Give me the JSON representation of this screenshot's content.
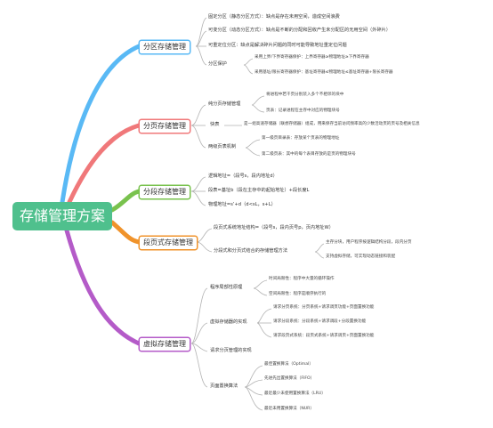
{
  "root": {
    "label": "存储管理方案"
  },
  "colors": {
    "root": "#4fc08d",
    "branch1": "#59b9f5",
    "branch2": "#f0787a",
    "branch3": "#79c24e",
    "branch4": "#f0932b",
    "branch5": "#b45bc8",
    "connector": "#b3b3b3"
  },
  "branches": [
    {
      "label": "分区存储管理",
      "items": [
        {
          "label": "固定分区（静态分区方式）：缺点是存在未用空间，造成空间浪费"
        },
        {
          "label": "可变分区（动态分区方式）：缺点是不断的分配和回收产生未分配区的无用空间（外碎片）"
        },
        {
          "label": "可重定位分区：缺点是解决碎片问题的同时可能导致地址重定位问题"
        },
        {
          "label": "分区保护",
          "children": [
            "采用上界/下界寄存器保护：上界寄存器≥物理地址≥下界寄存器",
            "采用基址/限长寄存器保护：基址寄存器≤物理地址≤基址寄存器+限长寄存器"
          ]
        }
      ]
    },
    {
      "label": "分页存储管理",
      "items": [
        {
          "label": "纯分页存储管理",
          "children": [
            "将进程中若干页分别装入多个不相邻的块中",
            "页表：记录进程在主存中对应的物理块号"
          ]
        },
        {
          "label": "快表",
          "children": [
            "是一组高速存储器（联想存储器）组成，用来保存当前访问频率高的少数活动页的页号及相关信息"
          ]
        },
        {
          "label": "两级页表机制",
          "children": [
            "第一级页目录表：存放某个页表的物理地址",
            "第二级页表：其中的每个表目存放的是页的物理块号"
          ]
        }
      ]
    },
    {
      "label": "分段存储管理",
      "items": [
        {
          "label": "逻辑地址=（段号s，段内地址d）"
        },
        {
          "label": "段表=基址b（段在主存中的起始地址）+段长度L"
        },
        {
          "label": "物理地址=s’+d（d<sL，s+L）"
        }
      ]
    },
    {
      "label": "段页式存储管理",
      "items": [
        {
          "label": "段页式系统地址结构=（段号s，段内页号p，页内地址W）"
        },
        {
          "label": "分段式和分页式结合的存储管理方法",
          "children": [
            "主存分块，用户程序按逻辑结构分段，段内分页",
            "支持虚拟存储，可实现动态链接和装配"
          ]
        }
      ]
    },
    {
      "label": "虚拟存储管理",
      "items": [
        {
          "label": "程序局部性原理",
          "children": [
            "时间局限性：程序中大量的循环操作",
            "空间局限性：程序是顺序执行的"
          ]
        },
        {
          "label": "虚拟存储器的实现",
          "children": [
            "请求分页系统：分页系统+请求调页功能+页面置换功能",
            "请求分段系统：分段系统+请求调段+分段置换功能",
            "请求段页式系统：段页式系统+请求调页+页面置换功能"
          ]
        },
        {
          "label": "请求分页管理的实现"
        },
        {
          "label": "页面置换算法",
          "children": [
            "最佳置换算法（Optimal）",
            "先进先出置换算法（FIFO）",
            "最近最少未使用置换算法（LRU）",
            "最近未用置换算法（NUR）"
          ]
        }
      ]
    }
  ]
}
